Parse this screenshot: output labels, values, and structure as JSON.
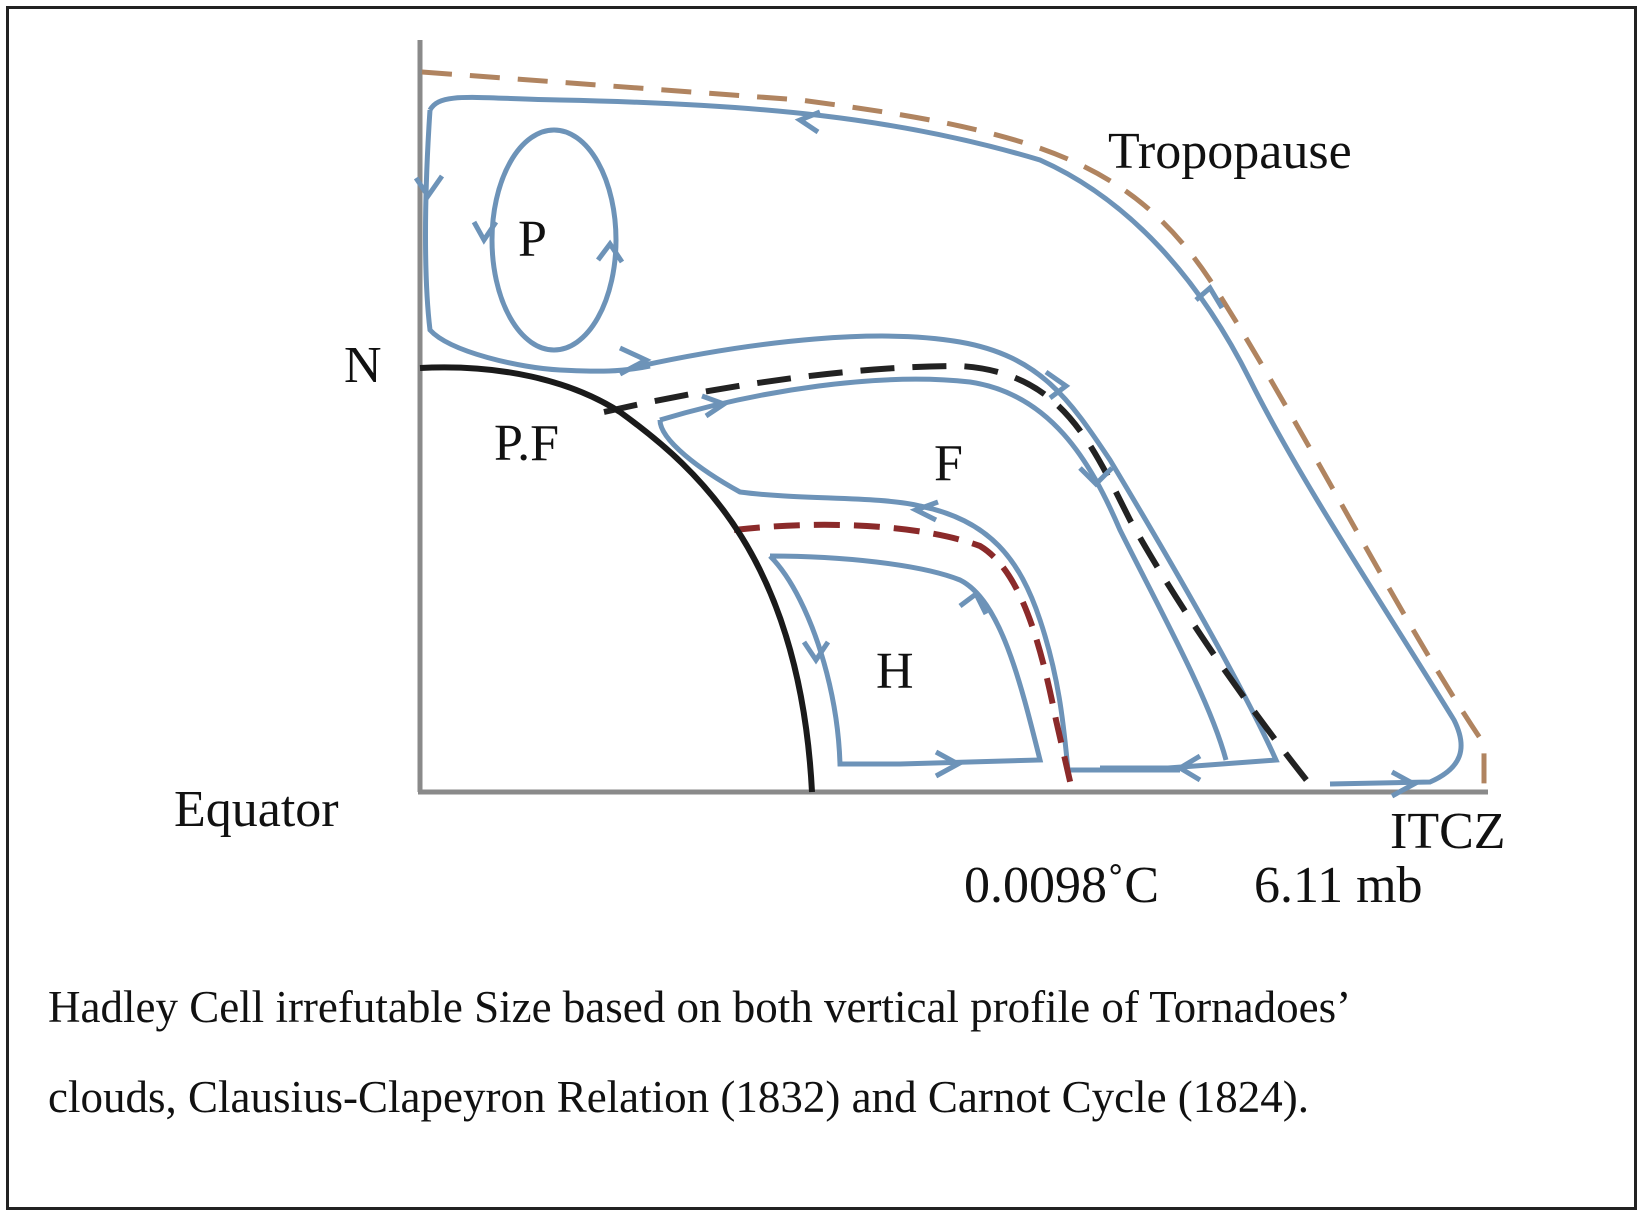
{
  "diagram": {
    "labels": {
      "tropopause": "Tropopause",
      "polar_cell": "P",
      "north": "N",
      "polar_front": "P.F",
      "ferrel_cell": "F",
      "hadley_cell": "H",
      "equator": "Equator",
      "itcz": "ITCZ",
      "temperature": "0.0098˚C",
      "pressure": "6.11 mb"
    },
    "colors": {
      "axes": "#8a8a8a",
      "circulation": "#6d93b8",
      "tropopause_dash": "#b08460",
      "ferrel_boundary_dash": "#222222",
      "hadley_boundary_dash": "#8b2a2a",
      "front_curve": "#1a1a1a"
    }
  },
  "caption": {
    "line1": "Hadley Cell irrefutable Size based on both vertical profile of Tornadoes’",
    "line2": "clouds, Clausius-Clapeyron Relation (1832) and Carnot Cycle (1824)."
  }
}
